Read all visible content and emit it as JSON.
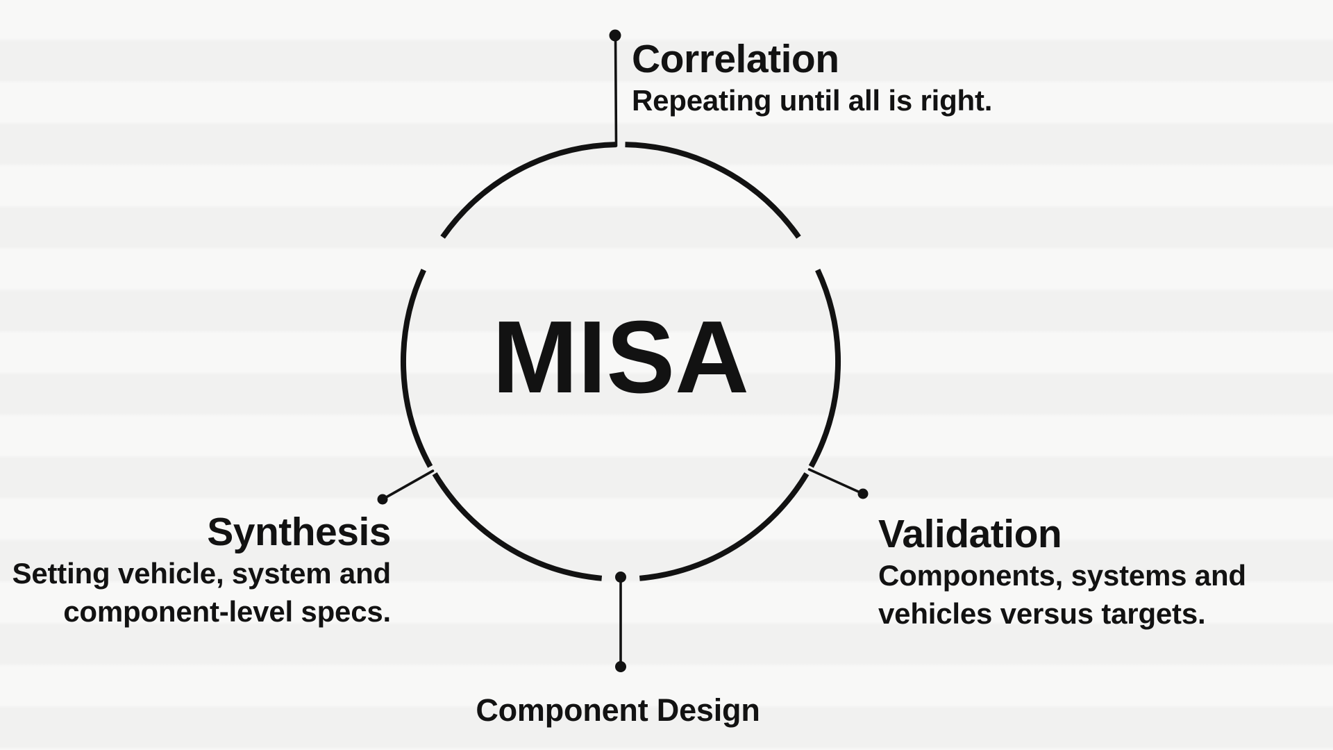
{
  "colors": {
    "background": "#f4f4f3",
    "ink": "#121212"
  },
  "center": {
    "label": "MISA"
  },
  "nodes": {
    "correlation": {
      "title": "Correlation",
      "line1": "Repeating until all is right."
    },
    "synthesis": {
      "title": "Synthesis",
      "line1": "Setting vehicle, system and",
      "line2": "component-level specs."
    },
    "validation": {
      "title": "Validation",
      "line1": "Components, systems and",
      "line2": "vehicles versus targets."
    },
    "component_design": {
      "title": "Component Design"
    }
  }
}
